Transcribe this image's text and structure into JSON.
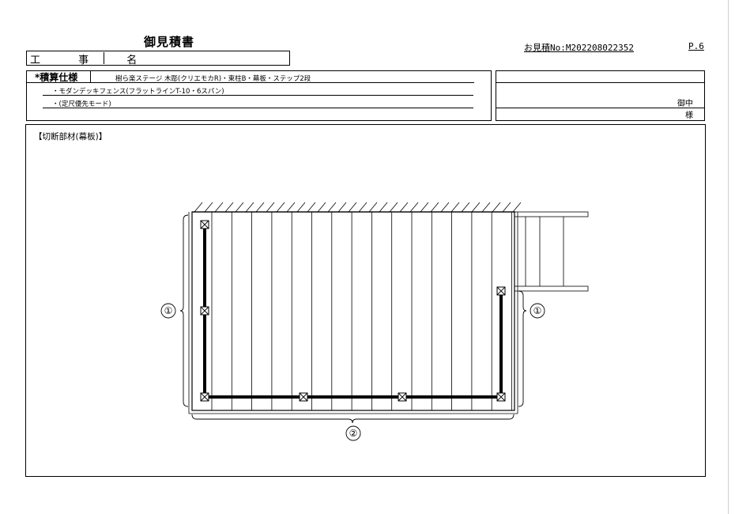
{
  "document": {
    "title": "御見積書",
    "project_label": "工 事 名",
    "project_name": "",
    "estimate_no": "お見積No:M202208022352",
    "page": "P.6"
  },
  "spec": {
    "heading": "*積算仕様",
    "lines": [
      "樹ら楽ステージ 木彫(クリエモカR)・束柱B・幕板・ステップ2段",
      "・モダンデッキフェンス(フラットラインT-10・6スパン)",
      "・(定尺優先モード)"
    ]
  },
  "client": {
    "onchu": "御中",
    "sama": "様"
  },
  "drawing": {
    "section_label": "【切断部材(幕板)】",
    "markers": [
      "①",
      "①",
      "②"
    ]
  }
}
